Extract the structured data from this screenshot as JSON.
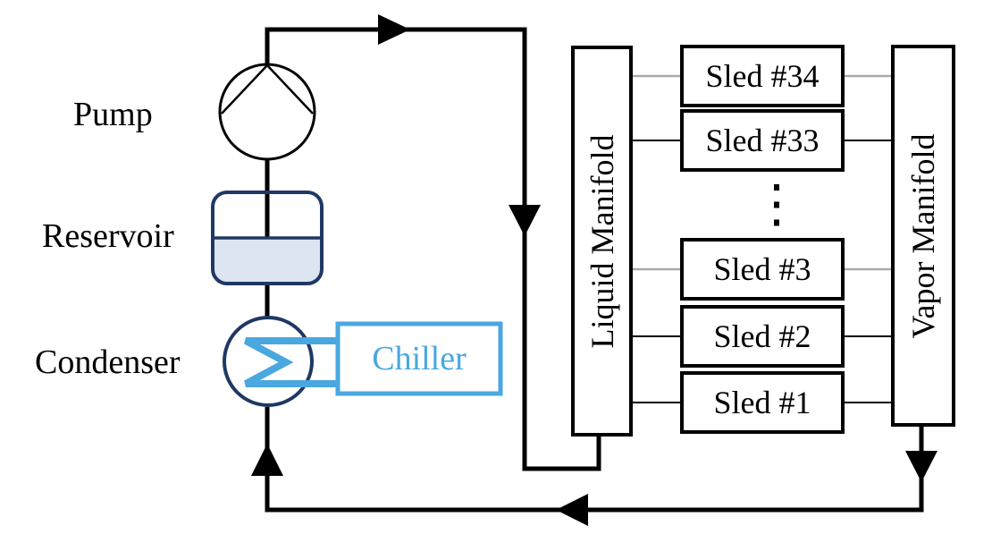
{
  "colors": {
    "pipe": "#000000",
    "navy": "#1f3864",
    "lightblue": "#4aa7e0",
    "reservoir_fill": "#dde4f2",
    "gray_line": "#a9a9a9",
    "background": "#ffffff"
  },
  "labels": {
    "pump": "Pump",
    "reservoir": "Reservoir",
    "condenser": "Condenser",
    "chiller": "Chiller",
    "liquid_manifold": "Liquid Manifold",
    "vapor_manifold": "Vapor Manifold",
    "ellipsis": "⋮"
  },
  "sleds": [
    {
      "label": "Sled #34"
    },
    {
      "label": "Sled #33"
    },
    {
      "label": "Sled #3"
    },
    {
      "label": "Sled #2"
    },
    {
      "label": "Sled #1"
    }
  ]
}
